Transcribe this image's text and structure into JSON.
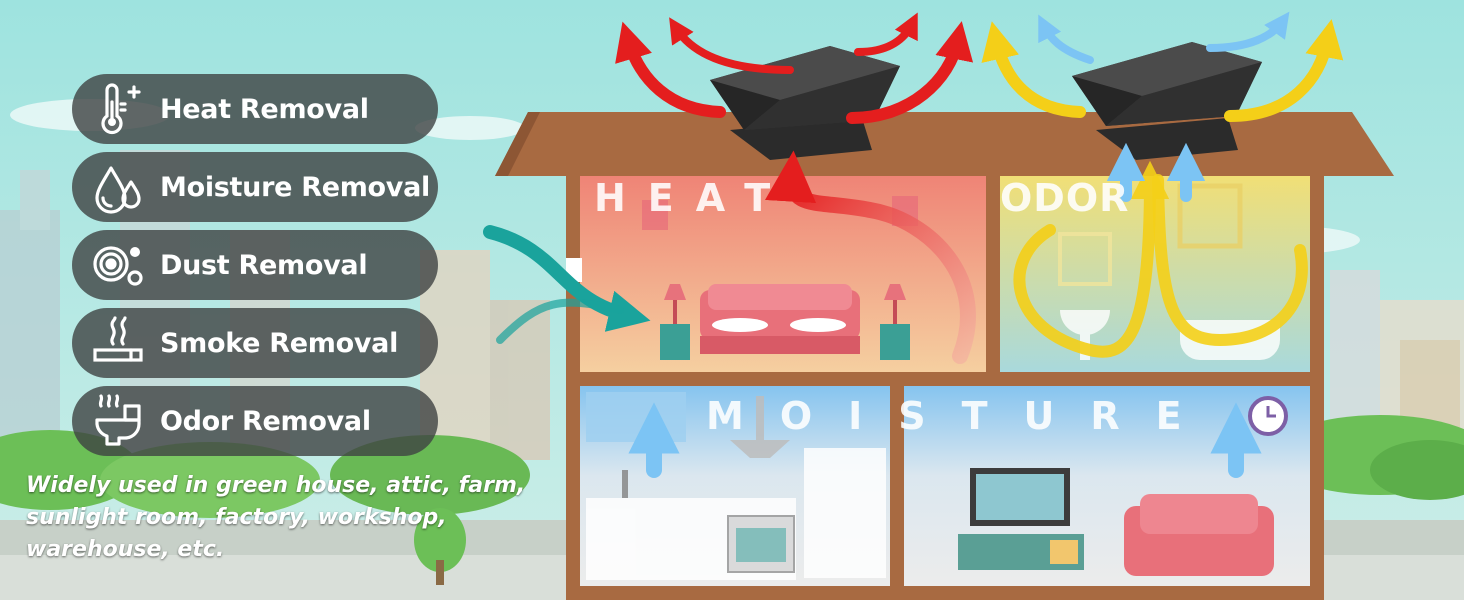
{
  "features": [
    {
      "label": "Heat Removal",
      "icon": "thermometer-plus-icon"
    },
    {
      "label": "Moisture Removal",
      "icon": "water-drops-icon"
    },
    {
      "label": "Dust Removal",
      "icon": "dust-particles-icon"
    },
    {
      "label": "Smoke Removal",
      "icon": "cigarette-smoke-icon"
    },
    {
      "label": "Odor Removal",
      "icon": "toilet-odor-icon"
    }
  ],
  "rooms": {
    "heat": "HEAT",
    "odor": "ODOR",
    "moisture": "MOISTURE"
  },
  "tagline": "Widely used in green house, attic, farm, sunlight room, factory, workshop, warehouse, etc.",
  "colors": {
    "sky": "#9fe0de",
    "roof": "#a86a41",
    "heat_arrow": "#e41e1e",
    "odor_arrow": "#f4cf18",
    "intake_arrow": "#1aa39c",
    "moisture_arrow": "#6fb8ee",
    "pill_bg": "#3e4242"
  }
}
